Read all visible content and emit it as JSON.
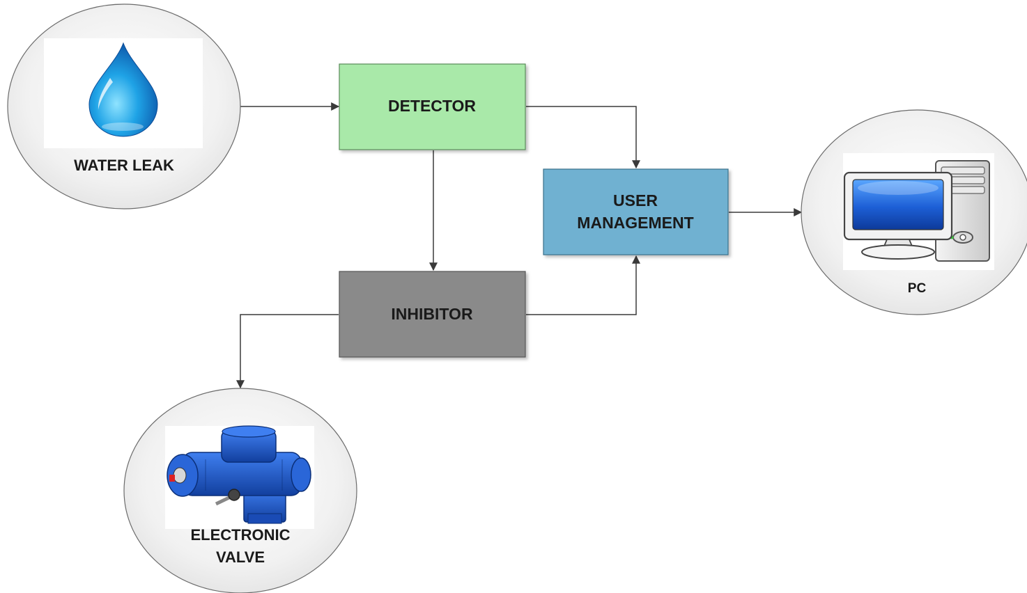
{
  "nodes": {
    "water_leak": {
      "label": "WATER LEAK",
      "icon": "water-drop-icon"
    },
    "detector": {
      "label": "DETECTOR",
      "color": "#a9e9a9"
    },
    "user_management": {
      "line1": "USER",
      "line2": "MANAGEMENT",
      "color": "#6fb1d1"
    },
    "inhibitor": {
      "label": "INHIBITOR",
      "color": "#8a8a8a"
    },
    "pc": {
      "label": "PC",
      "icon": "desktop-computer-icon"
    },
    "electronic_valve": {
      "line1": "ELECTRONIC",
      "line2": "VALVE",
      "icon": "valve-actuator-icon"
    }
  },
  "edges": [
    {
      "from": "water_leak",
      "to": "detector"
    },
    {
      "from": "detector",
      "to": "user_management"
    },
    {
      "from": "detector",
      "to": "inhibitor"
    },
    {
      "from": "inhibitor",
      "to": "user_management"
    },
    {
      "from": "inhibitor",
      "to": "electronic_valve"
    },
    {
      "from": "user_management",
      "to": "pc"
    }
  ]
}
